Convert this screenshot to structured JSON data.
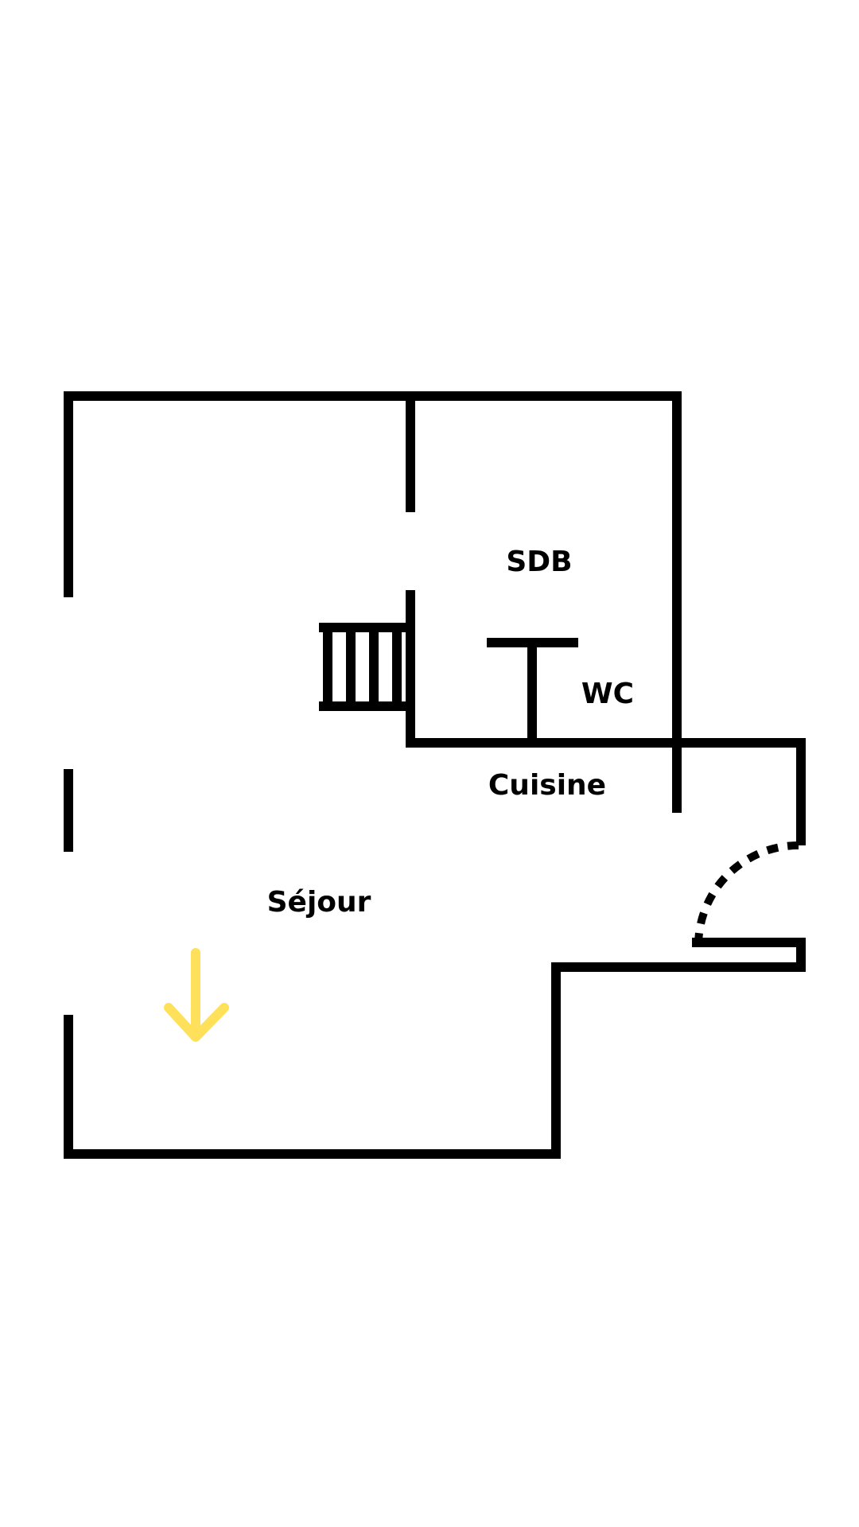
{
  "floorplan": {
    "rooms": {
      "sdb": "SDB",
      "wc": "WC",
      "cuisine": "Cuisine",
      "sejour": "Séjour"
    },
    "colors": {
      "walls": "#000000",
      "arrow": "#FFE05A",
      "background": "#FFFFFF"
    },
    "icons": [
      "staircase-icon",
      "door-swing-icon",
      "entrance-arrow-icon"
    ]
  }
}
